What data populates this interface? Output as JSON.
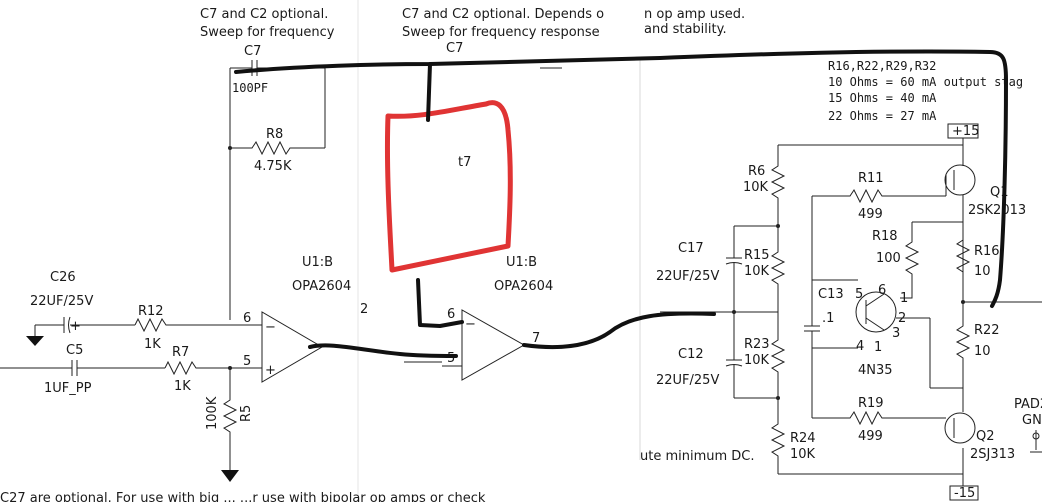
{
  "notes": {
    "top_left_1": "C7 and C2 optional.",
    "top_left_2": "Sweep for frequency",
    "top_mid_1": "C7 and C2 optional. Depends o",
    "top_mid_2": "Sweep for frequency response",
    "top_right_1": "n op amp used.",
    "top_right_2": "and stability.",
    "bottom_mid": "ute minimum DC.",
    "bottom_left": "C27 are optional. For use with big ... ...r use with bipolar op amps or check"
  },
  "output_stage_note": {
    "line1": "R16,R22,R29,R32",
    "line2": "10 Ohms = 60 mA output stag",
    "line3": "15 Ohms = 40 mA",
    "line4": "22 Ohms = 27 mA"
  },
  "rails": {
    "pos": "+15",
    "neg": "-15"
  },
  "components": {
    "c7_left": "C7",
    "c7_left_value": "100PF",
    "c7_mid": "C7",
    "r8": "R8",
    "r8_value": "4.75K",
    "c26": "C26",
    "c26_value": "22UF/25V",
    "c5": "C5",
    "c5_value": "1UF_PP",
    "r12": "R12",
    "r12_value": "1K",
    "r7": "R7",
    "r7_value": "1K",
    "r5": "R5",
    "r5_value": "100K",
    "u1b_left": "U1:B",
    "u1b_left_part": "OPA2604",
    "u1b_mid": "U1:B",
    "u1b_mid_part": "OPA2604",
    "pin6_left": "6",
    "pin5_left": "5",
    "pin2_left": "2",
    "pin6_mid": "6",
    "pin5_mid": "5",
    "pin7_mid": "7",
    "c17": "C17",
    "c17_value": "22UF/25V",
    "c12": "C12",
    "c12_value": "22UF/25V",
    "r6": "R6",
    "r6_value": "10K",
    "r15": "R15",
    "r15_value": "10K",
    "r23": "R23",
    "r23_value": "10K",
    "r24": "R24",
    "r24_value": "10K",
    "r11": "R11",
    "r11_value": "499",
    "r18": "R18",
    "r18_value": "100",
    "r19": "R19",
    "r19_value": "499",
    "r16": "R16",
    "r16_value": "10",
    "r22": "R22",
    "r22_value": "10",
    "c13": "C13",
    "c13_value": ".1",
    "opto": "4N35",
    "opto_p5": "5",
    "opto_p6": "6",
    "opto_p1": "1",
    "opto_p2": "2",
    "opto_p3": "3",
    "opto_p4": "4",
    "opto_p1b": "1",
    "q1": "Q1",
    "q1_part": "2SK2013",
    "q2": "Q2",
    "q2_part": "2SJ313",
    "pad": "PAD2",
    "pad_sub": "GN",
    "plus1": "+",
    "plus2": "+",
    "minus1": "−",
    "minus2": "−"
  },
  "scribble_text": "t7"
}
